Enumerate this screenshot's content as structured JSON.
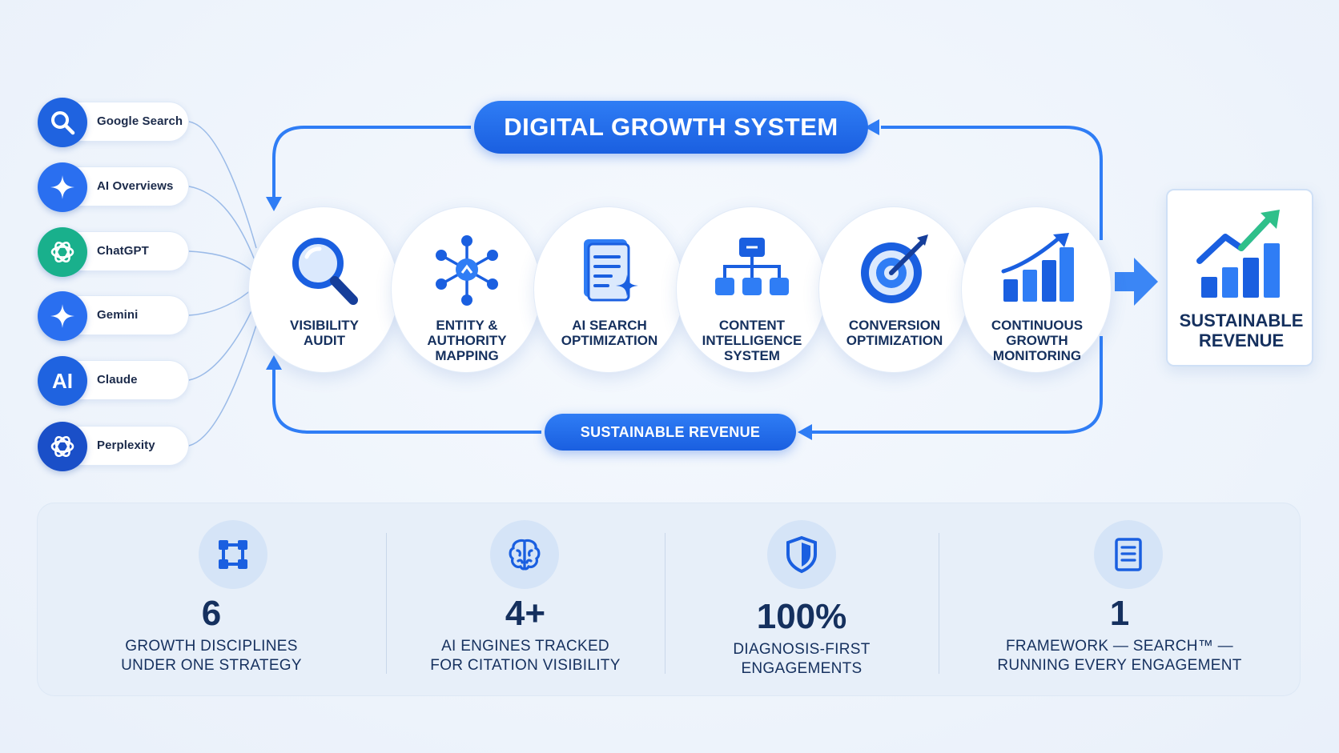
{
  "title": "DIGITAL GROWTH SYSTEM",
  "loop_label": "SUSTAINABLE REVENUE",
  "colors": {
    "primary": "#1a5fe0",
    "navy": "#15305e",
    "accent_green": "#2fc08a",
    "background": "#eef4fc"
  },
  "sources": [
    {
      "label": "Google Search",
      "icon": "search-icon",
      "color": "#1f63e0"
    },
    {
      "label": "AI Overviews",
      "icon": "sparkle-icon",
      "color": "#2a6ff0"
    },
    {
      "label": "ChatGPT",
      "icon": "openai-knot-icon",
      "color": "#19b08c"
    },
    {
      "label": "Gemini",
      "icon": "sparkle-icon",
      "color": "#2a6ff0"
    },
    {
      "label": "Claude",
      "icon": "ai-text-icon",
      "color": "#1f63e0",
      "icon_text": "AI"
    },
    {
      "label": "Perplexity",
      "icon": "openai-knot-icon",
      "color": "#1a4fc8"
    }
  ],
  "stages": [
    {
      "label": "VISIBILITY\nAUDIT",
      "icon": "magnifier-icon"
    },
    {
      "label": "ENTITY &\nAUTHORITY\nMAPPING",
      "icon": "network-icon"
    },
    {
      "label": "AI SEARCH\nOPTIMIZATION",
      "icon": "document-sparkle-icon"
    },
    {
      "label": "CONTENT\nINTELLIGENCE\nSYSTEM",
      "icon": "hierarchy-icon"
    },
    {
      "label": "CONVERSION\nOPTIMIZATION",
      "icon": "target-icon"
    },
    {
      "label": "CONTINUOUS\nGROWTH\nMONITORING",
      "icon": "growth-chart-icon"
    }
  ],
  "outcome": {
    "label": "SUSTAINABLE\nREVENUE",
    "icon": "trend-up-chart-icon"
  },
  "stats": [
    {
      "value": "6",
      "label": "GROWTH DISCIPLINES\nUNDER ONE STRATEGY",
      "icon": "grid-nodes-icon"
    },
    {
      "value": "4+",
      "label": "AI ENGINES TRACKED\nFOR CITATION VISIBILITY",
      "icon": "brain-icon"
    },
    {
      "value": "100%",
      "label": "DIAGNOSIS-FIRST\nENGAGEMENTS",
      "icon": "shield-icon"
    },
    {
      "value": "1",
      "label": "FRAMEWORK — SEARCH™ —\nRUNNING EVERY ENGAGEMENT",
      "icon": "document-lines-icon"
    }
  ]
}
